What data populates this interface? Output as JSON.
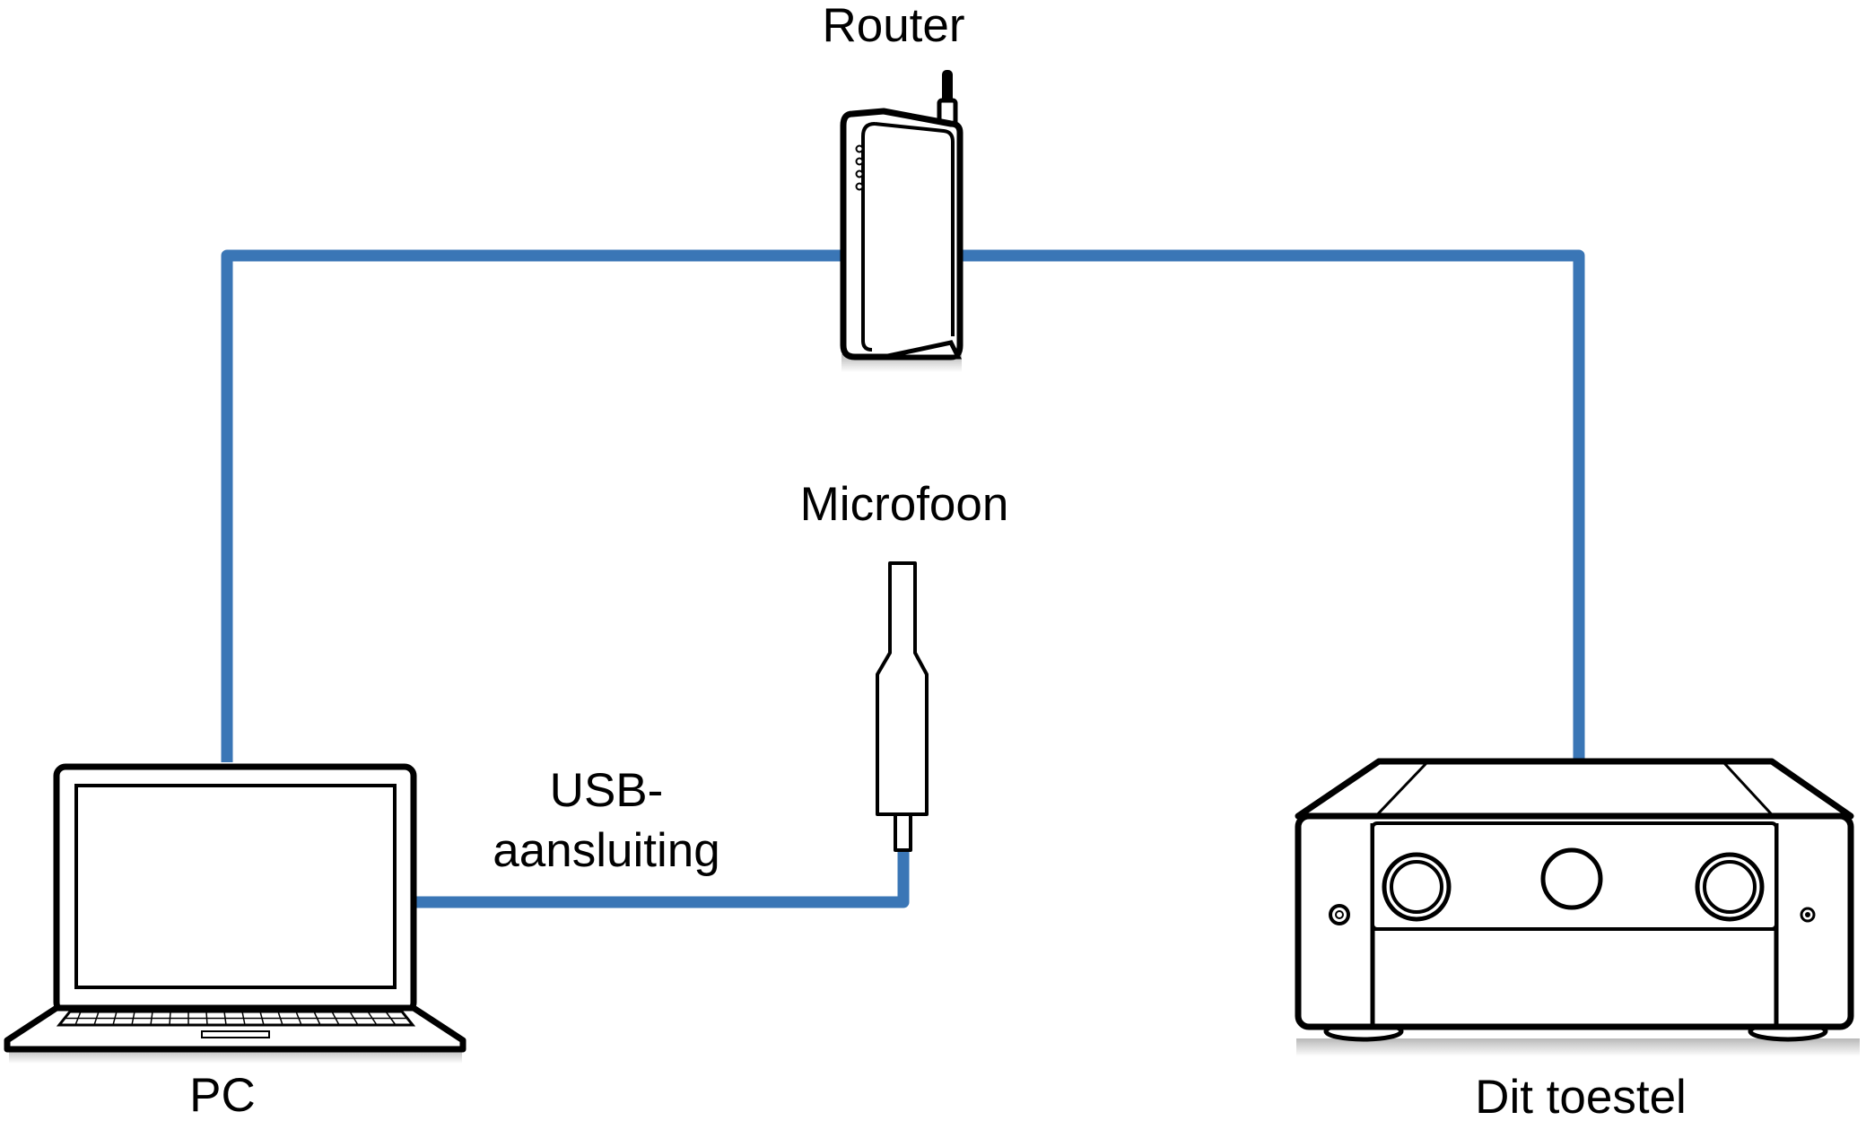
{
  "labels": {
    "router": "Router",
    "microphone": "Microfoon",
    "usb_line1": "USB-",
    "usb_line2": "aansluiting",
    "pc": "PC",
    "device": "Dit toestel"
  },
  "colors": {
    "cable": "#3A76B6",
    "outline": "#000000",
    "background": "#FFFFFF",
    "shadow": "#C8C8C8"
  },
  "icons": {
    "router": "wifi-router-icon",
    "microphone": "measurement-microphone-icon",
    "pc": "laptop-icon",
    "device": "av-receiver-icon"
  }
}
